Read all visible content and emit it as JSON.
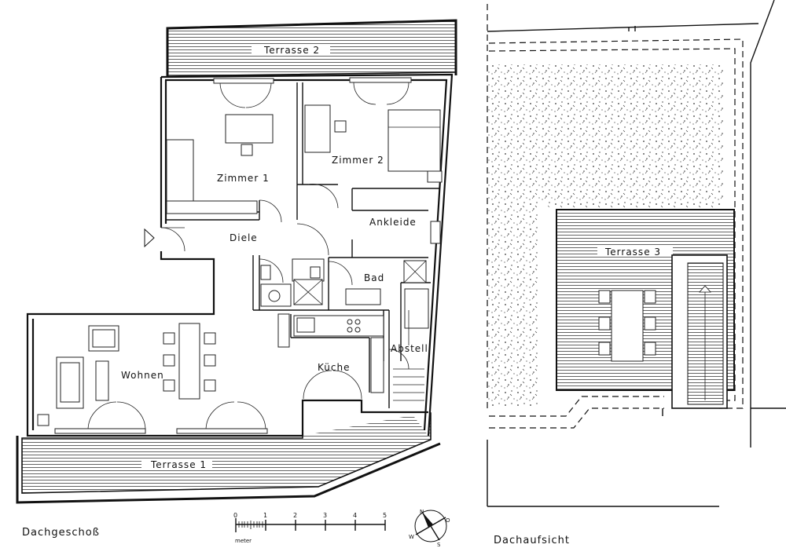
{
  "plan_left": {
    "caption": "Dachgeschoß",
    "rooms": {
      "zimmer1": "Zimmer 1",
      "zimmer2": "Zimmer 2",
      "diele": "Diele",
      "ankleide": "Ankleide",
      "bad": "Bad",
      "wohnen": "Wohnen",
      "kueche": "Küche",
      "abstell": "Abstell",
      "terrasse1": "Terrasse 1",
      "terrasse2": "Terrasse 2"
    }
  },
  "plan_right": {
    "caption": "Dachaufsicht",
    "terrasse3": "Terrasse 3"
  },
  "scale_bar": {
    "ticks": [
      "0",
      "1",
      "2",
      "3",
      "4",
      "5"
    ],
    "unit": "meter"
  },
  "compass": {
    "north": "N",
    "south": "S",
    "west": "W",
    "east": "O"
  }
}
